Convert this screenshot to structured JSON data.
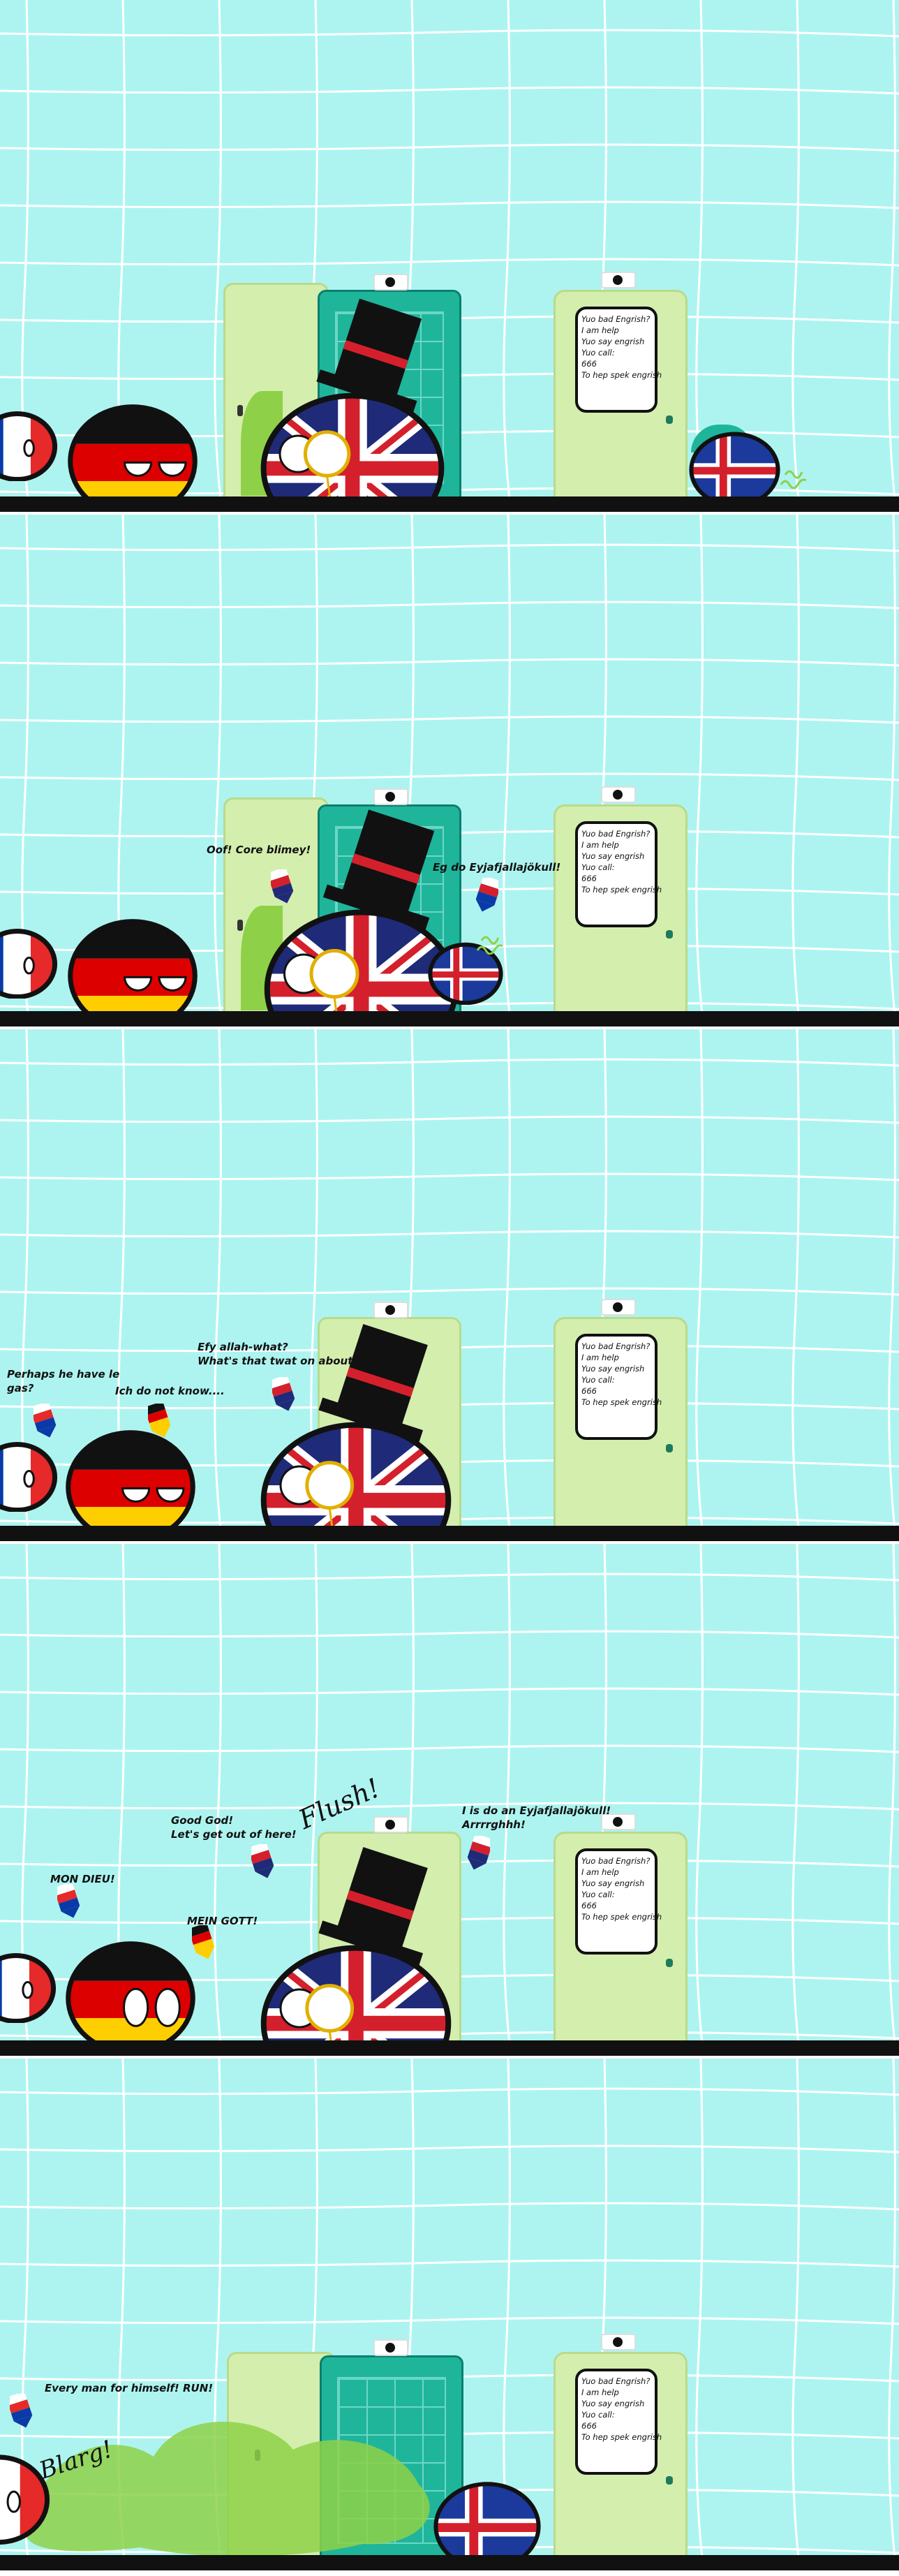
{
  "colors": {
    "tile_bg": "#adf4f0",
    "grout": "#ffffff",
    "floor": "#111111",
    "stall_light_green": "#d4eeae",
    "stall_teal": "#1fb59b",
    "uk_blue": "#1f2a78",
    "uk_red": "#d4202c",
    "germany_black": "#111111",
    "germany_red": "#dd0000",
    "germany_gold": "#ffce00",
    "france_blue": "#0a3aa8",
    "france_red": "#e62929",
    "gas_green": "#8ed149"
  },
  "sign": {
    "lines": [
      "Yuo bad Engrish?",
      "I am help",
      "Yuo say engrish",
      "Yuo call:",
      "666",
      "To hep spek engrish"
    ]
  },
  "characters": [
    "France",
    "Germany",
    "UK",
    "Iceland"
  ],
  "icons": [
    "top-hat-icon",
    "monocle-icon",
    "flag-pointer-icon",
    "door-hook-icon",
    "vent-icon"
  ],
  "panels": [
    {
      "id": 1,
      "speech": []
    },
    {
      "id": 2,
      "speech": [
        "Oof! Core blimey!",
        "Eg do Eyjafjallajökull!"
      ]
    },
    {
      "id": 3,
      "speech": [
        "Perhaps he have le gas?",
        "Ich do not know....",
        "Efy allah-what?\nWhat's that twat on about?"
      ]
    },
    {
      "id": 4,
      "speech": [
        "MON DIEU!",
        "MEIN GOTT!",
        "Good God!\nLet's get out of here!",
        "I is do an Eyjafjallajökull!\nArrrrghhh!"
      ],
      "sfx": "Flush!"
    },
    {
      "id": 5,
      "speech": [
        "Every man for himself! RUN!"
      ],
      "sfx": "Blarg!"
    }
  ]
}
